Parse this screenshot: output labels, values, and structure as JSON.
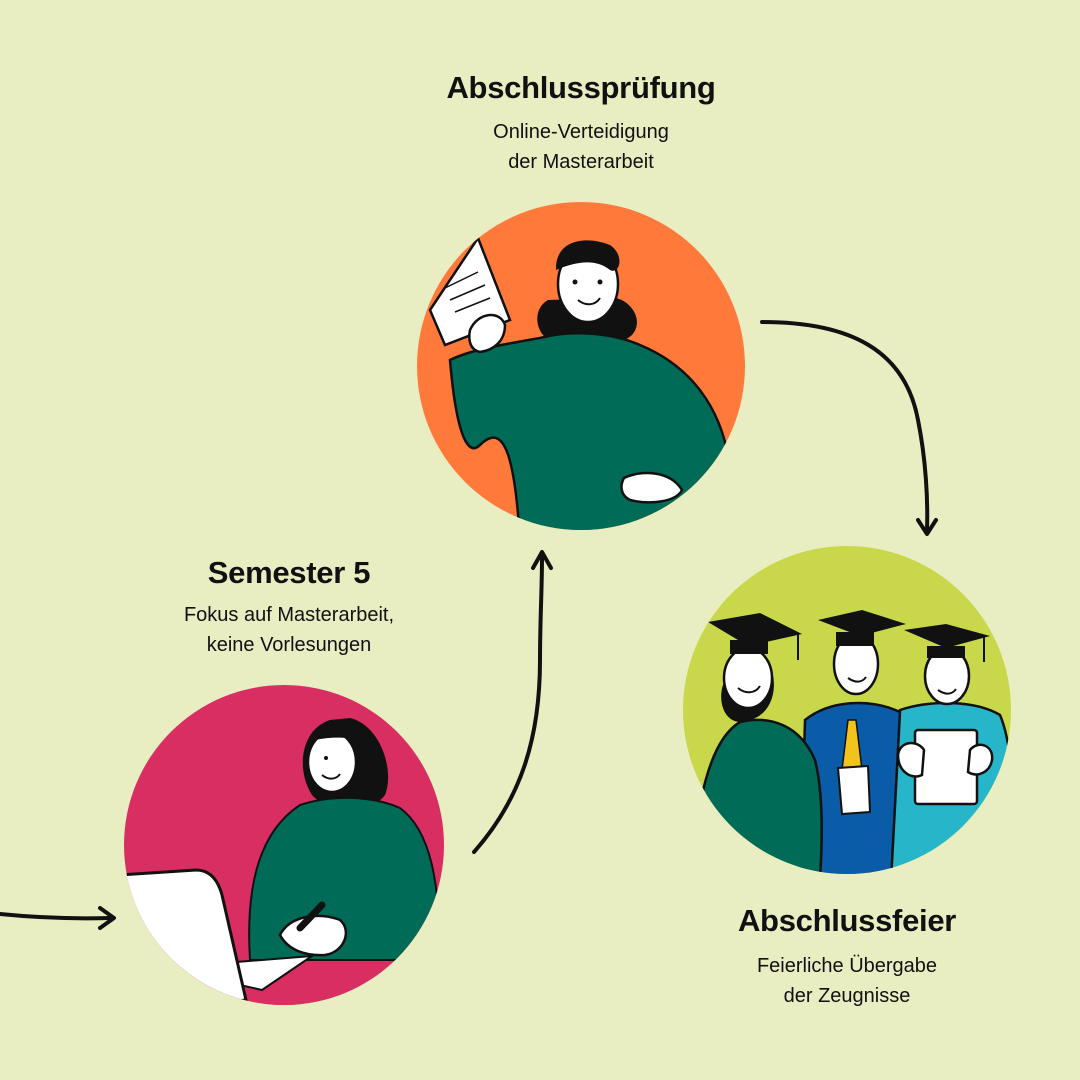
{
  "colors": {
    "background": "#e8eec2",
    "step1_circle": "#d92e62",
    "step2_circle": "#ff7a3a",
    "step3_circle": "#c9d84a",
    "sweater_green": "#006b57",
    "suit_blue": "#0a5ba8",
    "shirt_teal": "#27b5c9"
  },
  "steps": [
    {
      "title": "Semester 5",
      "subtitle_line1": "Fokus auf Masterarbeit,",
      "subtitle_line2": "keine Vorlesungen",
      "illustration": "woman-writing-at-computer"
    },
    {
      "title": "Abschlussprüfung",
      "subtitle_line1": "Online-Verteidigung",
      "subtitle_line2": "der Masterarbeit",
      "illustration": "woman-holding-paper"
    },
    {
      "title": "Abschlussfeier",
      "subtitle_line1": "Feierliche Übergabe",
      "subtitle_line2": "der Zeugnisse",
      "illustration": "three-graduates-with-caps"
    }
  ]
}
